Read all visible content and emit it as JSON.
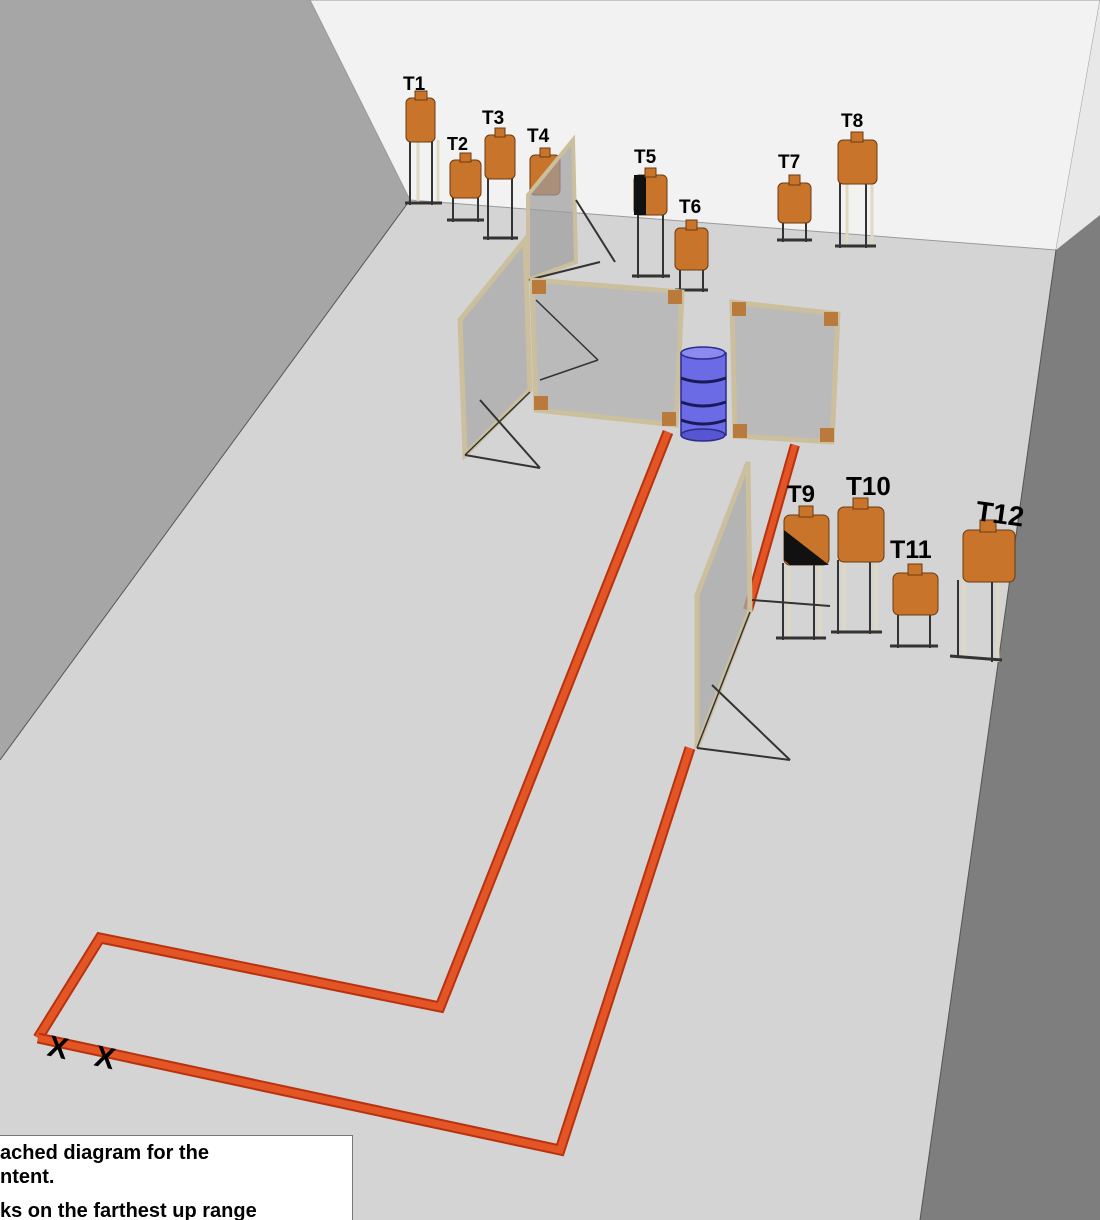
{
  "targets": {
    "t1": "T1",
    "t2": "T2",
    "t3": "T3",
    "t4": "T4",
    "t5": "T5",
    "t6": "T6",
    "t7": "T7",
    "t8": "T8",
    "t9": "T9",
    "t10": "T10",
    "t11": "T11",
    "t12": "T12"
  },
  "markers": [
    "X",
    "X"
  ],
  "note": {
    "line1": "ached diagram for the",
    "line2": "ntent.",
    "line3": "ks on the farthest up range"
  },
  "colors": {
    "floor": "#d4d4d4",
    "left_wall": "#a6a6a6",
    "back_wall": "#f2f2f2",
    "right_wall": "#7e7e7e",
    "fault_line": "#d9481c",
    "target": "#c8742a",
    "barrel": "#6b6be6"
  }
}
